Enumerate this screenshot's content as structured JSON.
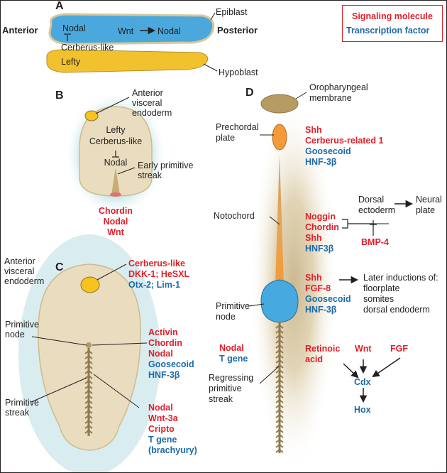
{
  "legend": {
    "signaling": "Signaling molecule",
    "transcription": "Transcription factor"
  },
  "panel_a": {
    "letter": "A",
    "anterior": "Anterior",
    "posterior": "Posterior",
    "epiblast": "Epiblast",
    "hypoblast": "Hypoblast",
    "nodal_left": "Nodal",
    "wnt": "Wnt",
    "nodal_right": "Nodal",
    "cerberus_like": "Cerberus-like",
    "lefty": "Lefty"
  },
  "panel_b": {
    "letter": "B",
    "ave_line1": "Anterior",
    "ave_line2": "visceral",
    "ave_line3": "endoderm",
    "lefty": "Lefty",
    "cerberus_like": "Cerberus-like",
    "nodal": "Nodal",
    "eps_line1": "Early primitive",
    "eps_line2": "streak",
    "signals": [
      "Chordin",
      "Nodal",
      "Wnt"
    ]
  },
  "panel_c": {
    "letter": "C",
    "ave_line1": "Anterior",
    "ave_line2": "visceral",
    "ave_line3": "endoderm",
    "node_line1": "Primitive",
    "node_line2": "node",
    "streak_line1": "Primitive",
    "streak_line2": "streak",
    "group1_red1": "Cerberus-like",
    "group1_red2": "DKK-1; HeSXL",
    "group1_blue": "Otx-2; Lim-1",
    "group2_red": [
      "Activin",
      "Chordin",
      "Nodal"
    ],
    "group2_blue": [
      "Goosecoid",
      "HNF-3β"
    ],
    "group3_red": [
      "Nodal",
      "Wnt-3a",
      "Cripto"
    ],
    "group3_blue": [
      "T gene",
      "(brachyury)"
    ]
  },
  "panel_d": {
    "letter": "D",
    "oro_line1": "Oropharyngeal",
    "oro_line2": "membrane",
    "prechordal_line1": "Prechordal",
    "prechordal_line2": "plate",
    "prechordal_red": [
      "Shh",
      "Cerberus-related 1"
    ],
    "prechordal_blue": [
      "Goosecoid",
      "HNF-3β"
    ],
    "notochord": "Notochord",
    "noto_red": [
      "Noggin",
      "Chordin"
    ],
    "noto_shh": "Shh",
    "noto_blue": "HNF3β",
    "dorsal_line1": "Dorsal",
    "dorsal_line2": "ectoderm",
    "neural_line1": "Neural",
    "neural_line2": "plate",
    "bmp4": "BMP-4",
    "node_line1": "Primitive",
    "node_line2": "node",
    "node_red": [
      "Shh",
      "FGF-8"
    ],
    "node_blue": [
      "Goosecoid",
      "HNF-3β"
    ],
    "later": [
      "Later inductions of:",
      "floorplate",
      "somites",
      "dorsal endoderm"
    ],
    "streak_red": "Nodal",
    "streak_blue": "T gene",
    "regress": [
      "Regressing",
      "primitive",
      "streak"
    ],
    "retinoic_line1": "Retinoic",
    "retinoic_line2": "acid",
    "wnt": "Wnt",
    "fgf": "FGF",
    "cdx": "Cdx",
    "hox": "Hox"
  },
  "colors": {
    "red": "#e0202a",
    "blue": "#1d6aa8",
    "epiblast_fill": "#4aa8dc",
    "hypoblast_fill": "#f2c22e",
    "embryo_fill": "#e9dcbf",
    "embryo_glow": "#cfe9ec",
    "structure_brown": "#8f7a4e",
    "notochord_orange": "#f39a3a",
    "node_blue": "#46a9e0"
  }
}
